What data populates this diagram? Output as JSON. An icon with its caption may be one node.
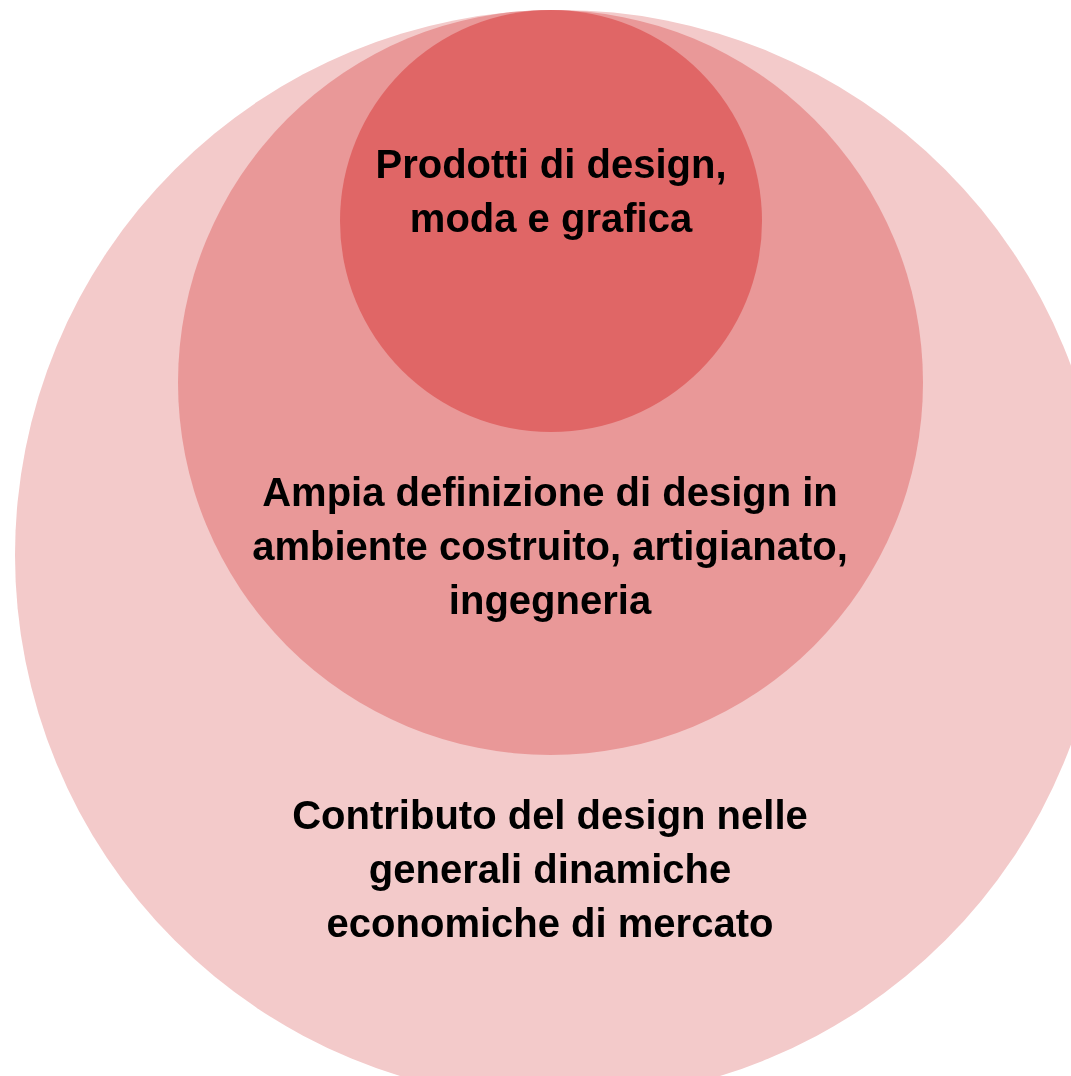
{
  "diagram": {
    "nodes": [
      {
        "text": [
          "Contributo del design nelle generali dinamiche economiche di mercato"
        ]
      },
      {
        "text": [
          "Ampia definizione di design in ambiente costruito, artigianato, ingegneria"
        ],
        "in": 0
      },
      {
        "text": [
          "Prodotti di design, moda e grafica"
        ],
        "in": 1
      }
    ]
  }
}
